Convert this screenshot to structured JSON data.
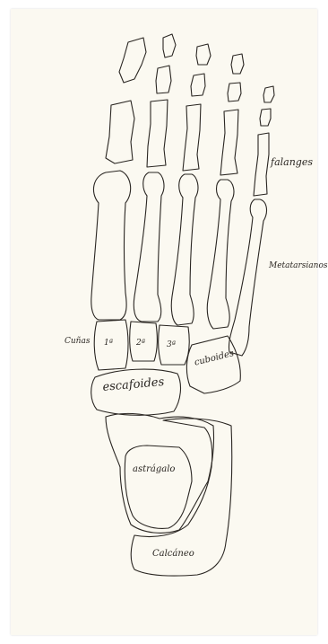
{
  "labels": {
    "falanges": "falanges",
    "metatarsianos": "Metatarsianos",
    "cunas": "Cuñas",
    "cuna1": "1ª",
    "cuna2": "2ª",
    "cuna3": "3ª",
    "cuboides": "cuboides",
    "escafoides": "escafoides",
    "astragalo": "astrágalo",
    "calcaneo": "Calcáneo"
  },
  "colors": {
    "paper": "#fbf9f1",
    "ink": "#2a2622"
  }
}
